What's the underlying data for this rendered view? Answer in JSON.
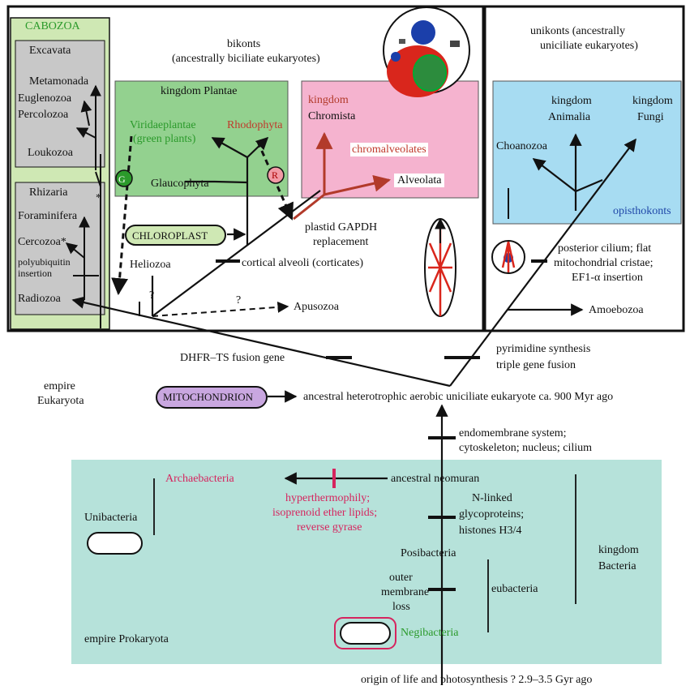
{
  "groups": {
    "cabozoa": "CABOZOA",
    "excavata": "Excavata",
    "rhizaria": "Rhizaria",
    "bikonts": "bikonts",
    "bikonts_sub": "(ancestrally biciliate eukaryotes)",
    "unikonts": "unikonts (ancestrally",
    "unikonts_sub": "uniciliate eukaryotes)",
    "plantae": "kingdom Plantae",
    "chromista_1": "kingdom",
    "chromista_2": "Chromista",
    "animalia_1": "kingdom",
    "animalia_2": "Animalia",
    "fungi_1": "kingdom",
    "fungi_2": "Fungi",
    "opisthokonts": "opisthokonts",
    "bacteria_1": "kingdom",
    "bacteria_2": "Bacteria",
    "empire_euk_1": "empire",
    "empire_euk_2": "Eukaryota",
    "empire_prok": "empire Prokaryota"
  },
  "taxa": {
    "metamonada": "Metamonada",
    "euglenozoa": "Euglenozoa",
    "percolozoa": "Percolozoa",
    "loukozoa": "Loukozoa",
    "foraminifera": "Foraminifera",
    "cercozoa": "Cercozoa*",
    "radiozoa": "Radiozoa",
    "viridaeplantae_1": "Viridaeplantae",
    "viridaeplantae_2": "(green plants)",
    "rhodophyta": "Rhodophyta",
    "glaucophyta": "Glaucophyta",
    "chromalveolates": "chromalveolates",
    "alveolata": "Alveolata",
    "heliozoa": "Heliozoa",
    "apusozoa": "Apusozoa",
    "choanozoa": "Choanozoa",
    "amoebozoa": "Amoebozoa",
    "archaebacteria": "Archaebacteria",
    "unibacteria": "Unibacteria",
    "posibacteria": "Posibacteria",
    "negibacteria": "Negibacteria",
    "eubacteria": "eubacteria"
  },
  "events": {
    "polyubiquitin_1": "polyubiquitin",
    "polyubiquitin_2": "insertion",
    "chloroplast": "CHLOROPLAST",
    "gapdh_1": "plastid GAPDH",
    "gapdh_2": "replacement",
    "cortical": "cortical alveoli (corticates)",
    "posterior_1": "posterior cilium; flat",
    "posterior_2": "mitochondrial cristae;",
    "posterior_3": "EF1-α insertion",
    "dhfr": "DHFR–TS fusion gene",
    "pyrimidine_1": "pyrimidine synthesis",
    "pyrimidine_2": "triple gene fusion",
    "mitochondrion": "MITOCHONDRION",
    "ancestral_euk": "ancestral heterotrophic aerobic uniciliate eukaryote ca. 900 Myr ago",
    "endomembrane_1": "endomembrane system;",
    "endomembrane_2": "cytoskeleton; nucleus; cilium",
    "neomuran": "ancestral neomuran",
    "hyper_1": "hyperthermophily;",
    "hyper_2": "isoprenoid ether lipids;",
    "hyper_3": "reverse gyrase",
    "nlinked_1": "N-linked",
    "nlinked_2": "glycoproteins;",
    "nlinked_3": "histones H3/4",
    "outer_1": "outer",
    "outer_2": "membrane",
    "outer_3": "loss",
    "origin": "origin of life and photosynthesis ? 2.9–3.5 Gyr ago",
    "q1": "?",
    "q2": "?",
    "star": "*",
    "g_marker": "G",
    "r_marker": "R"
  },
  "colors": {
    "cabozoa_bg": "#cfe8b4",
    "grey_box": "#c8c8c8",
    "plantae_bg": "#93d18f",
    "chromista_bg": "#f5b3cf",
    "unikont_bg": "#a7dcf2",
    "bacteria_bg": "#b6e2da",
    "mito_bg": "#c9a7e0",
    "chromist_red": "#b23a2a"
  }
}
